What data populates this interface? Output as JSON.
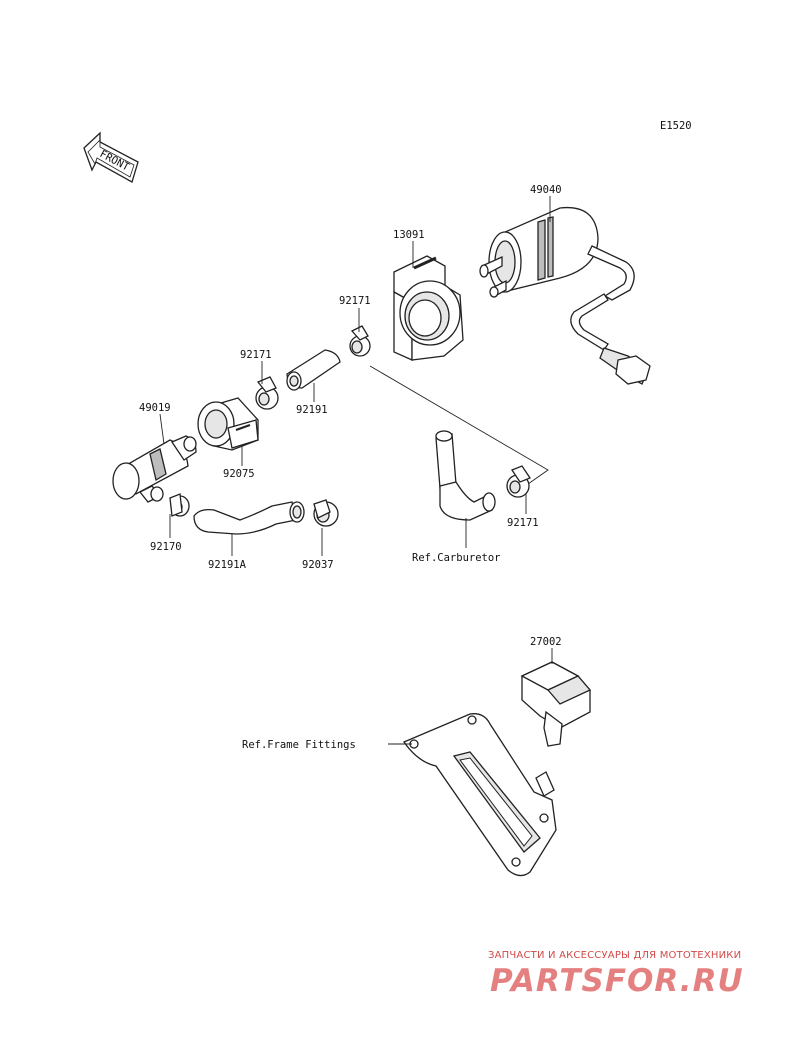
{
  "diagram_code": "E1520",
  "front_indicator": "FRONT",
  "parts": {
    "p49040": "49040",
    "p13091": "13091",
    "p92171a": "92171",
    "p92171b": "92171",
    "p92171c": "92171",
    "p92191": "92191",
    "p49019": "49019",
    "p92075": "92075",
    "p92170": "92170",
    "p92191a": "92191A",
    "p92037": "92037",
    "p27002": "27002"
  },
  "references": {
    "carburetor": "Ref.Carburetor",
    "frame_fittings": "Ref.Frame Fittings"
  },
  "watermark": {
    "tagline": "ЗАПЧАСТИ И АКСЕССУАРЫ ДЛЯ МОТОТЕХНИКИ",
    "logo": "PARTSFOR.RU"
  }
}
